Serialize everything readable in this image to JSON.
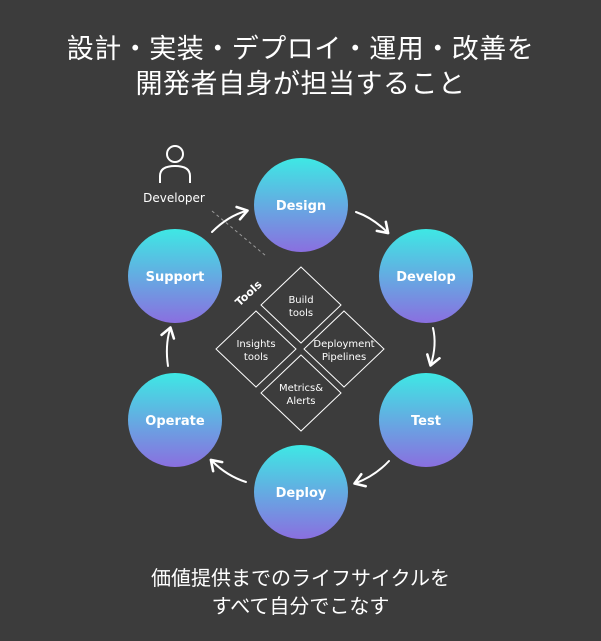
{
  "title": {
    "line1": "設計・実装・デプロイ・運用・改善を",
    "line2": "開発者自身が担当すること"
  },
  "developer": {
    "label": "Developer",
    "icon": "person-icon"
  },
  "cycle": {
    "design": "Design",
    "develop": "Develop",
    "test": "Test",
    "deploy": "Deploy",
    "operate": "Operate",
    "support": "Support"
  },
  "tools": {
    "title": "Tools",
    "build_1": "Build",
    "build_2": "tools",
    "insights_1": "Insights",
    "insights_2": "tools",
    "deployment_1": "Deployment",
    "deployment_2": "Pipelines",
    "metrics_1": "Metrics&",
    "metrics_2": "Alerts"
  },
  "footer": {
    "line1": "価値提供までのライフサイクルを",
    "line2": "すべて自分でこなす"
  },
  "colors": {
    "background": "#3c3c3c",
    "gradient_top": "#3ee8e4",
    "gradient_bottom": "#8a6fe0",
    "line": "#ffffff"
  }
}
